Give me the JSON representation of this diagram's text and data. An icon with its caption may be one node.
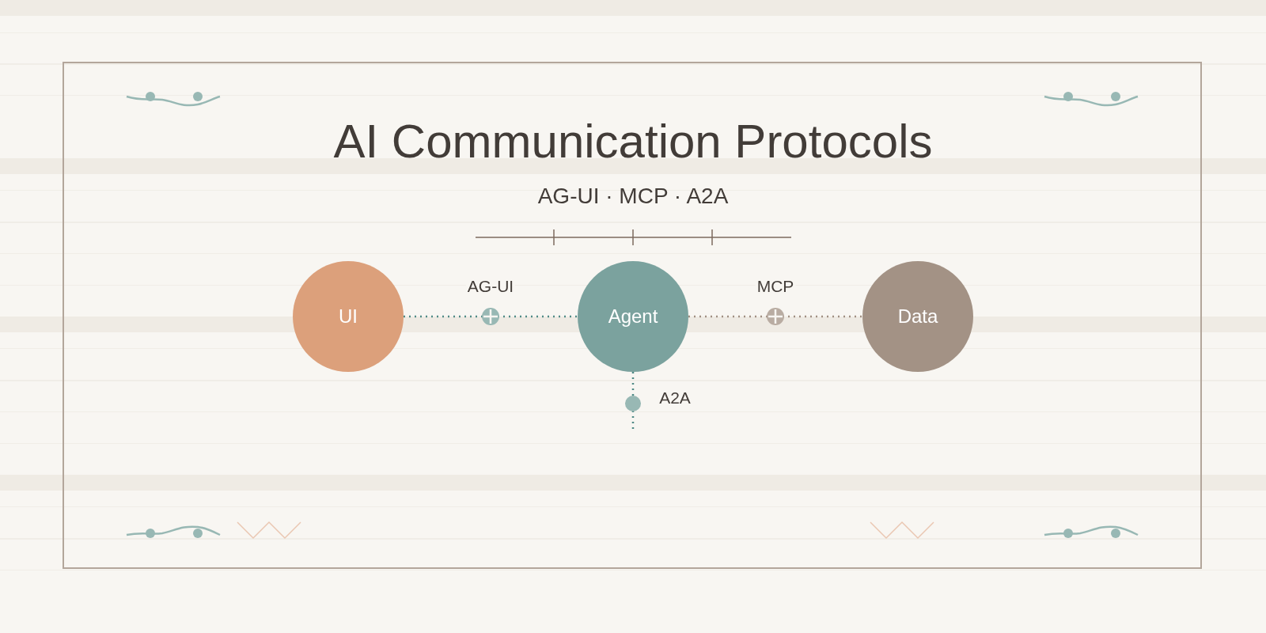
{
  "diagram": {
    "title": "AI Communication Protocols",
    "nodes": [
      {
        "text": [
          "UI"
        ]
      },
      {
        "text": [
          "Agent"
        ]
      },
      {
        "text": [
          "Data"
        ]
      }
    ],
    "edges": [
      {
        "from": 0,
        "to": 1,
        "arrow": "none",
        "label": "AG-UI",
        "style": "dashed"
      },
      {
        "from": 1,
        "to": 2,
        "arrow": "none",
        "label": "MCP",
        "style": "dashed",
        "color": "#a08f82"
      },
      {
        "from": 1,
        "to": null,
        "arrow": "none",
        "label": "A2A",
        "style": "dashed"
      }
    ],
    "labels": [
      "AG-UI · MCP · A2A"
    ]
  }
}
